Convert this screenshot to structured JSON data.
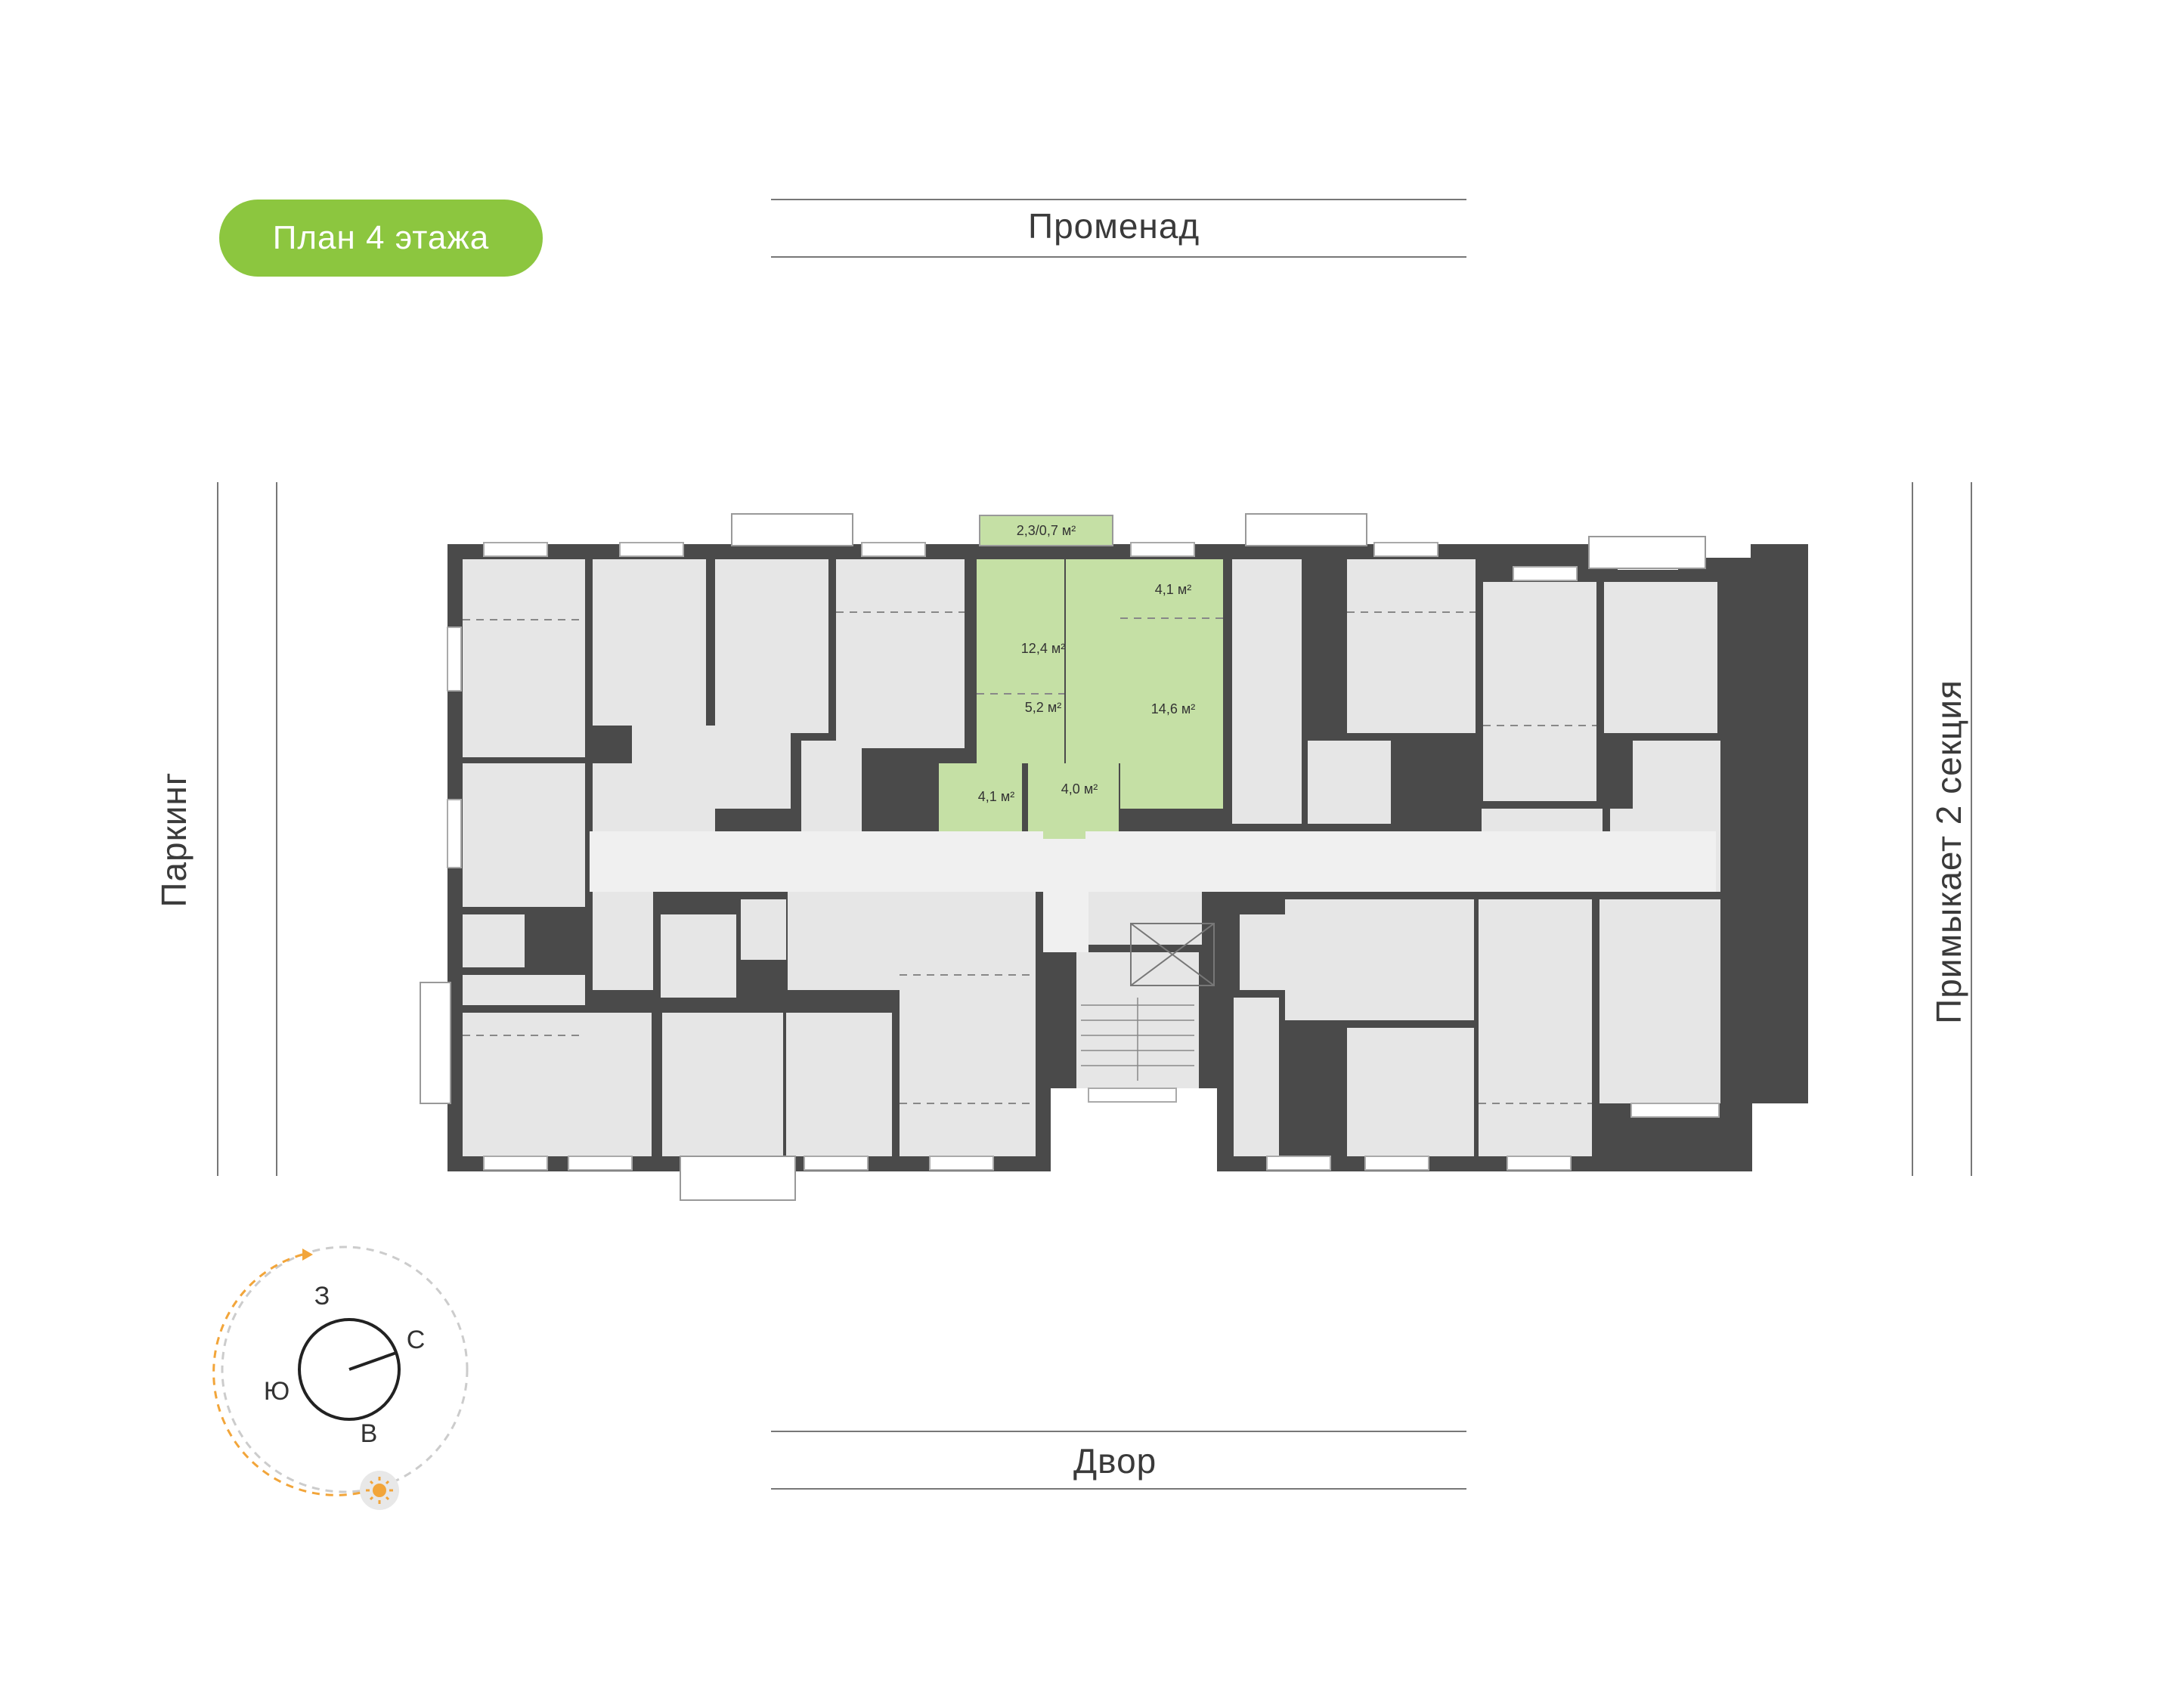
{
  "plan_title": "План 4 этажа",
  "streets": {
    "top": "Променад",
    "bottom": "Двор",
    "left": "Паркинг",
    "right": "Примыкает 2 секция"
  },
  "highlighted_apartment": {
    "rooms": [
      {
        "id": "balcony",
        "area": "2,3/0,7 м²"
      },
      {
        "id": "room",
        "area": "12,4 м²"
      },
      {
        "id": "kitchen",
        "area": "5,2 м²"
      },
      {
        "id": "bathroom",
        "area": "4,1 м²"
      },
      {
        "id": "hall",
        "area": "4,0 м²"
      },
      {
        "id": "loggia-top",
        "area": "4,1 м²"
      },
      {
        "id": "living",
        "area": "14,6 м²"
      }
    ]
  },
  "compass": {
    "west": "З",
    "north": "С",
    "south": "Ю",
    "east": "В"
  },
  "colors": {
    "accent_green": "#8cc63f",
    "highlight_green": "#c5e0a5",
    "room_gray": "#e6e6e6",
    "wall": "#4a4a4a",
    "sun_orange": "#f2a53a"
  }
}
